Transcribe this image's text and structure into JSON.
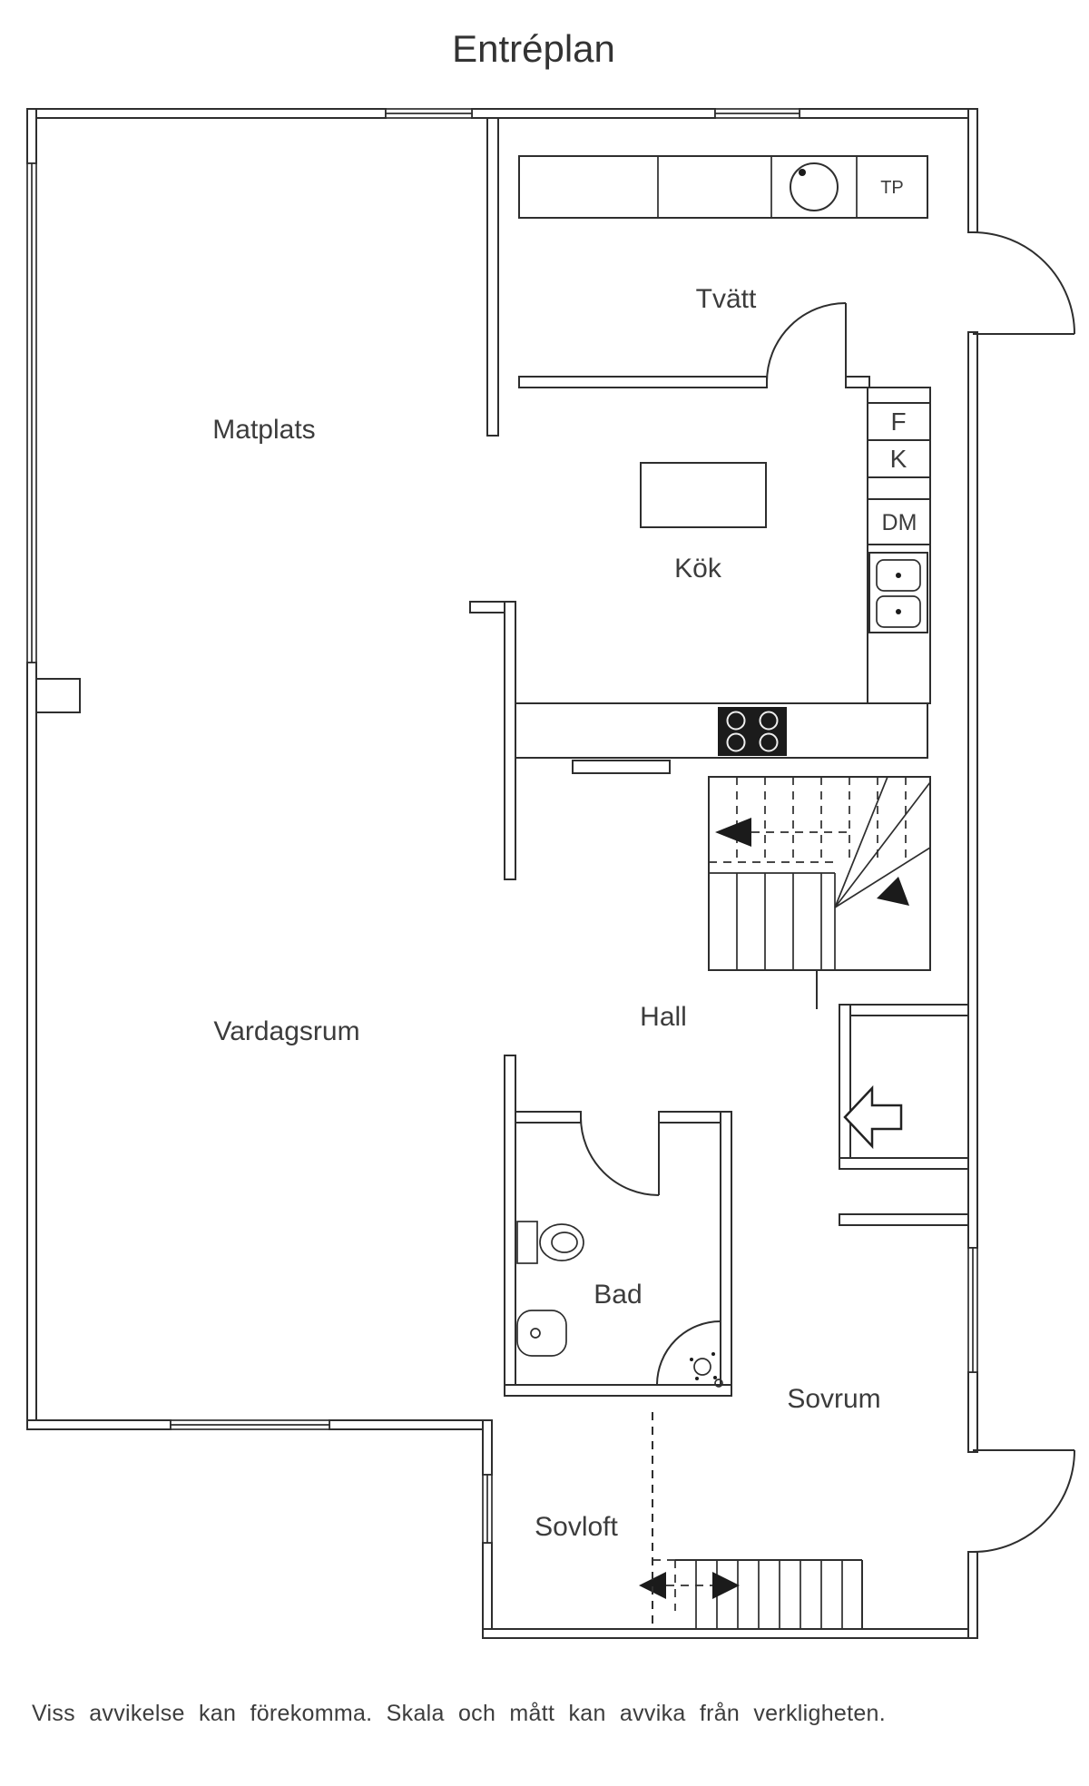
{
  "title": "Entréplan",
  "disclaimer": "Viss avvikelse kan förekomma. Skala och mått kan avvika från verkligheten.",
  "rooms": {
    "matplats": "Matplats",
    "kok": "Kök",
    "tvatt": "Tvätt",
    "hall": "Hall",
    "vardagsrum": "Vardagsrum",
    "bad": "Bad",
    "sovrum": "Sovrum",
    "sovloft": "Sovloft"
  },
  "appliances": {
    "freezer": "F",
    "fridge": "K",
    "dishwasher": "DM",
    "tp": "TP"
  },
  "colors": {
    "wall_ink": "#2e2e2e",
    "label_ink": "#3c3c3c",
    "background": "#ffffff"
  }
}
